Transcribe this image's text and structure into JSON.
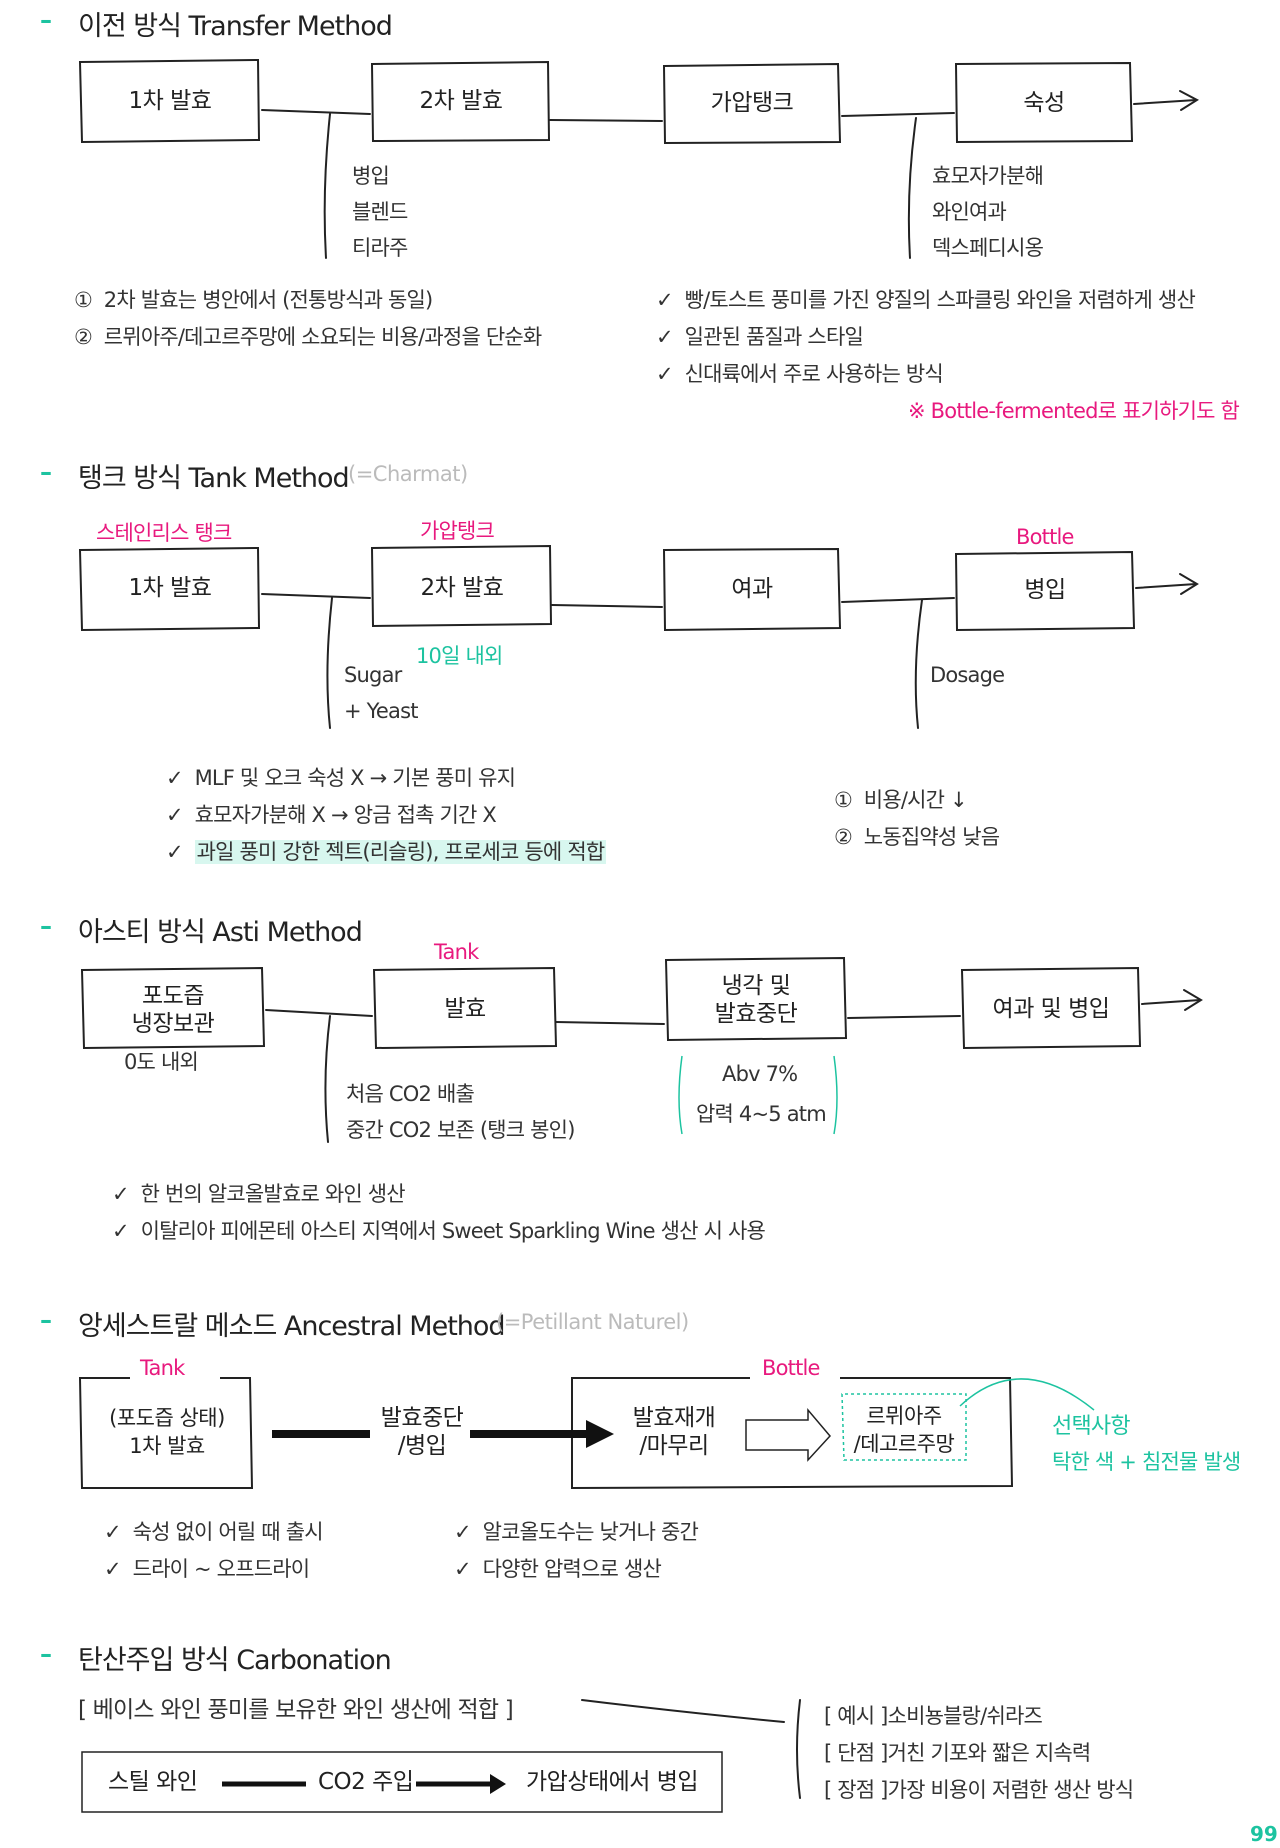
{
  "colors": {
    "accent_green": "#1dc3a0",
    "accent_pink": "#e8197e",
    "ink": "#222222"
  },
  "page_number": "99",
  "transfer": {
    "dash": "–",
    "title": "이전 방식 Transfer Method",
    "steps": [
      "1차 발효",
      "2차 발효",
      "가압탱크",
      "숙성"
    ],
    "branch1": [
      "병입",
      "블렌드",
      "티라주"
    ],
    "branch2": [
      "효모자가분해",
      "와인여과",
      "덱스페디시옹"
    ],
    "features": [
      {
        "mark": "①",
        "text": "2차 발효는 병안에서 (전통방식과 동일)"
      },
      {
        "mark": "②",
        "text": "르뮈아주/데고르주망에 소요되는 비용/과정을 단순화"
      }
    ],
    "checks": [
      {
        "mark": "✓",
        "text": "빵/토스트 풍미를 가진 양질의 스파클링 와인을 저렴하게 생산"
      },
      {
        "mark": "✓",
        "text": "일관된 품질과 스타일"
      },
      {
        "mark": "✓",
        "text": "신대륙에서 주로 사용하는 방식"
      }
    ],
    "note": "※ Bottle-fermented로 표기하기도 함"
  },
  "tank": {
    "dash": "–",
    "title": "탱크 방식 Tank Method",
    "subtitle": "(=Charmat)",
    "steps": [
      "1차 발효",
      "2차 발효",
      "여과",
      "병입"
    ],
    "labels_top": [
      "스테인리스 탱크",
      "가압탱크",
      "Bottle"
    ],
    "green_note": "10일 내외",
    "branch1": [
      "Sugar",
      "+ Yeast"
    ],
    "branch2": [
      "Dosage"
    ],
    "checks": [
      {
        "mark": "✓",
        "text": "MLF 및 오크 숙성 X → 기본 풍미 유지"
      },
      {
        "mark": "✓",
        "text": "효모자가분해 X → 앙금 접촉 기간 X"
      },
      {
        "mark": "✓",
        "text": "과일 풍미 강한 젝트(리슬링), 프로세코 등에 적합"
      }
    ],
    "features": [
      {
        "mark": "①",
        "text": "비용/시간 ↓"
      },
      {
        "mark": "②",
        "text": "노동집약성 낮음"
      }
    ]
  },
  "asti": {
    "dash": "–",
    "title": "아스티 방식 Asti Method",
    "steps": [
      "포도즙\n냉장보관",
      "발효",
      "냉각 및\n발효중단",
      "여과 및 병입"
    ],
    "label_top": "Tank",
    "note_below_1": "0도 내외",
    "branch1": [
      "처음 CO2 배출",
      "중간 CO2 보존 (탱크 봉인)"
    ],
    "bracket": [
      "Abv 7%",
      "압력 4~5 atm"
    ],
    "checks": [
      {
        "mark": "✓",
        "text": "한 번의 알코올발효로 와인 생산"
      },
      {
        "mark": "✓",
        "text": "이탈리아 피에몬테 아스티 지역에서 Sweet Sparkling Wine 생산 시 사용"
      }
    ]
  },
  "ancestral": {
    "dash": "–",
    "title": "앙세스트랄 메소드 Ancestral Method",
    "subtitle": "(=Petillant Naturel)",
    "tank_label": "Tank",
    "bottle_label": "Bottle",
    "step1": "(포도즙 상태)\n1차 발효",
    "step2": "발효중단\n/병입",
    "step3": "발효재개\n/마무리",
    "step4": "르뮈아주\n/데고르주망",
    "optional_title": "선택사항",
    "optional_desc": "탁한 색 + 침전물 발생",
    "checks_left": [
      {
        "mark": "✓",
        "text": "숙성 없이 어릴 때 출시"
      },
      {
        "mark": "✓",
        "text": "드라이 ~ 오프드라이"
      }
    ],
    "checks_right": [
      {
        "mark": "✓",
        "text": "알코올도수는 낮거나 중간"
      },
      {
        "mark": "✓",
        "text": "다양한 압력으로 생산"
      }
    ]
  },
  "carbonation": {
    "dash": "–",
    "title": "탄산주입 방식 Carbonation",
    "bracket_note": "[ 베이스 와인 풍미를 보유한 와인 생산에 적합 ]",
    "steps": [
      "스틸 와인",
      "CO2 주입",
      "가압상태에서 병입"
    ],
    "info": [
      {
        "tag": "[ 예시 ]",
        "text": "소비뇽블랑/쉬라즈"
      },
      {
        "tag": "[ 단점 ]",
        "text": "거친 기포와 짧은 지속력"
      },
      {
        "tag": "[ 장점 ]",
        "text": "가장 비용이 저렴한 생산 방식"
      }
    ]
  }
}
